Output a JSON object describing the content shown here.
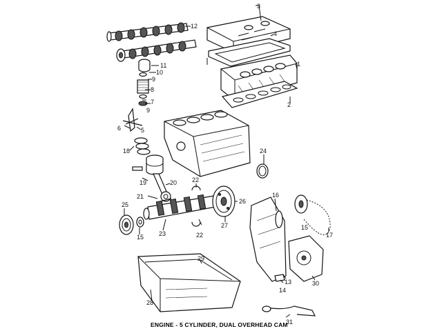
{
  "caption": "ENGINE - 5 CYLINDER, DUAL OVERHEAD CAM",
  "callouts": {
    "c1": "1",
    "c2": "2",
    "c3": "3",
    "c4": "4",
    "c5": "5",
    "c6": "6",
    "c7": "7",
    "c8": "8",
    "c9a": "9",
    "c9b": "9",
    "c10": "10",
    "c11": "11",
    "c12": "12",
    "c13": "13",
    "c14": "14",
    "c15a": "15",
    "c15b": "15",
    "c16": "16",
    "c17": "17",
    "c18": "18",
    "c19": "19",
    "c20": "20",
    "c21": "21",
    "c22a": "22",
    "c22b": "22",
    "c23": "23",
    "c24": "24",
    "c25": "25",
    "c26": "26",
    "c27": "27",
    "c28": "28",
    "c29": "29",
    "c30": "30",
    "c31": "31"
  }
}
